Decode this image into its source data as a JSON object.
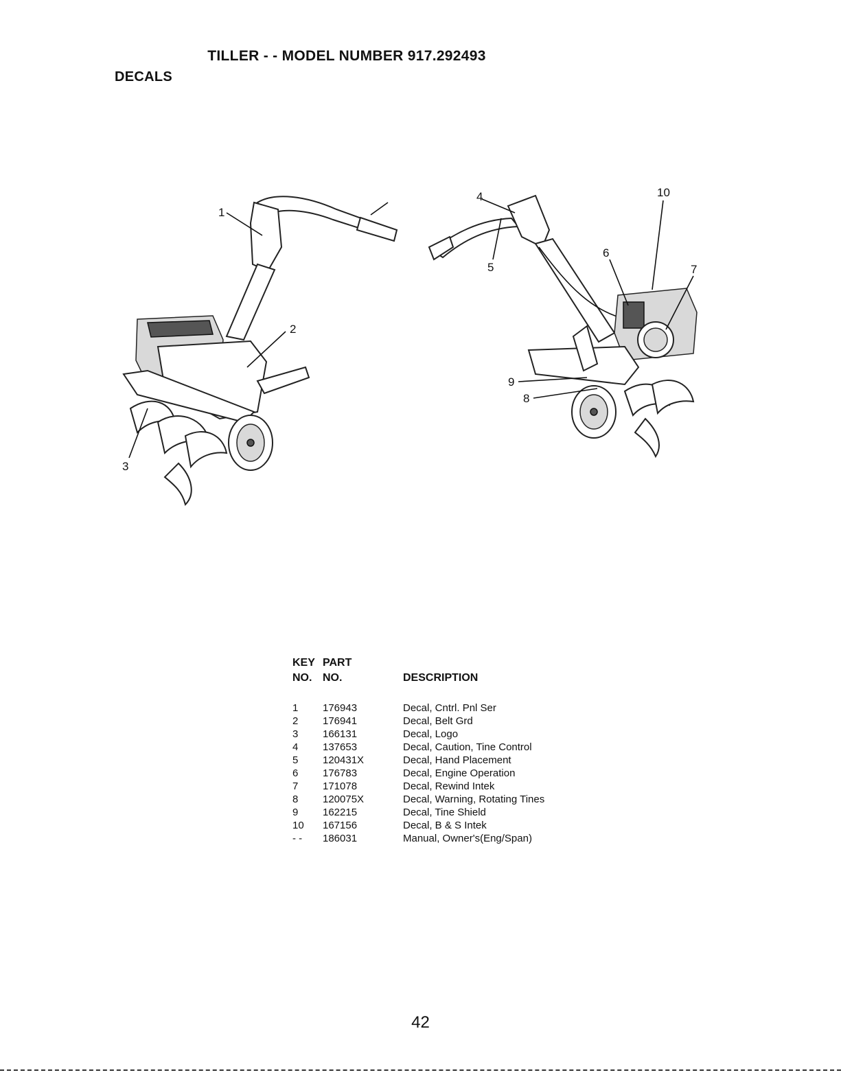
{
  "header": {
    "title": "TILLER - - MODEL NUMBER 917.292493",
    "section": "DECALS"
  },
  "figures": {
    "left": {
      "callouts": [
        "1",
        "2",
        "3"
      ]
    },
    "right": {
      "callouts": [
        "4",
        "5",
        "6",
        "10",
        "7",
        "9",
        "8"
      ]
    }
  },
  "parts_table": {
    "headers": {
      "key_line1": "KEY",
      "key_line2": "NO.",
      "part_line1": "PART",
      "part_line2": "NO.",
      "description": "DESCRIPTION"
    },
    "rows": [
      {
        "key": "1",
        "part": "176943",
        "description": "Decal, Cntrl. Pnl Ser"
      },
      {
        "key": "2",
        "part": "176941",
        "description": "Decal, Belt Grd"
      },
      {
        "key": "3",
        "part": "166131",
        "description": "Decal, Logo"
      },
      {
        "key": "4",
        "part": "137653",
        "description": "Decal, Caution, Tine Control"
      },
      {
        "key": "5",
        "part": "120431X",
        "description": "Decal, Hand Placement"
      },
      {
        "key": "6",
        "part": "176783",
        "description": "Decal, Engine Operation"
      },
      {
        "key": "7",
        "part": "171078",
        "description": "Decal, Rewind Intek"
      },
      {
        "key": "8",
        "part": "120075X",
        "description": "Decal, Warning, Rotating Tines"
      },
      {
        "key": "9",
        "part": "162215",
        "description": "Decal, Tine Shield"
      },
      {
        "key": "10",
        "part": "167156",
        "description": "Decal, B & S Intek"
      },
      {
        "key": "- -",
        "part": "186031",
        "description": "Manual, Owner's(Eng/Span)"
      }
    ]
  },
  "footer": {
    "page_number": "42"
  }
}
